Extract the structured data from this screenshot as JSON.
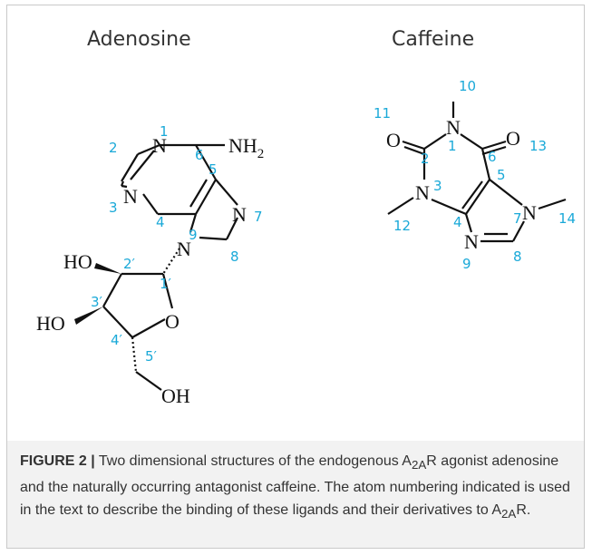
{
  "figure": {
    "adenosine": {
      "title": "Adenosine",
      "atoms": {
        "n1": "N",
        "nh2": "NH",
        "nh2_sub": "2",
        "n3": "N",
        "n7": "N",
        "n9": "N",
        "o_ring": "O",
        "ho2": "HO",
        "ho3": "HO",
        "oh5": "OH"
      },
      "numbers": [
        "1",
        "2",
        "3",
        "4",
        "5",
        "6",
        "7",
        "8",
        "9",
        "1′",
        "2′",
        "3′",
        "4′",
        "5′"
      ]
    },
    "caffeine": {
      "title": "Caffeine",
      "atoms": {
        "n1": "N",
        "n3": "N",
        "n7": "N",
        "n9": "N",
        "o11": "O",
        "o13": "O"
      },
      "numbers": [
        "1",
        "2",
        "3",
        "4",
        "5",
        "6",
        "7",
        "8",
        "9",
        "10",
        "11",
        "12",
        "13",
        "14"
      ]
    },
    "accent_color": "#1aa9d8"
  },
  "caption": {
    "label": "FIGURE 2 |",
    "t1": " Two dimensional structures of the endogenous A",
    "sub1": "2A",
    "t2": "R agonist adenosine and the naturally occurring antagonist caffeine. The atom numbering indicated is used in the text to describe the binding of these ligands and their derivatives to A",
    "sub2": "2A",
    "t3": "R."
  }
}
